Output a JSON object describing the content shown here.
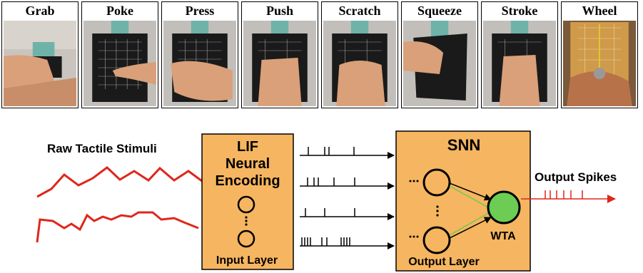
{
  "panels": [
    {
      "label": "Grab"
    },
    {
      "label": "Poke"
    },
    {
      "label": "Press"
    },
    {
      "label": "Push"
    },
    {
      "label": "Scratch"
    },
    {
      "label": "Squeeze"
    },
    {
      "label": "Stroke"
    },
    {
      "label": "Wheel"
    }
  ],
  "diagram": {
    "raw_label": "Raw Tactile Stimuli",
    "lif_title_1": "LIF",
    "lif_title_2": "Neural",
    "lif_title_3": "Encoding",
    "input_layer_label": "Input Layer",
    "snn_title": "SNN",
    "output_layer_label": "Output Layer",
    "wta_label": "WTA",
    "output_spikes_label": "Output Spikes"
  },
  "colors": {
    "box_fill": "#f6b560",
    "signal_red": "#e0261b",
    "winner_green": "#6ccc54",
    "sensor_dark": "#1a1a1a"
  }
}
